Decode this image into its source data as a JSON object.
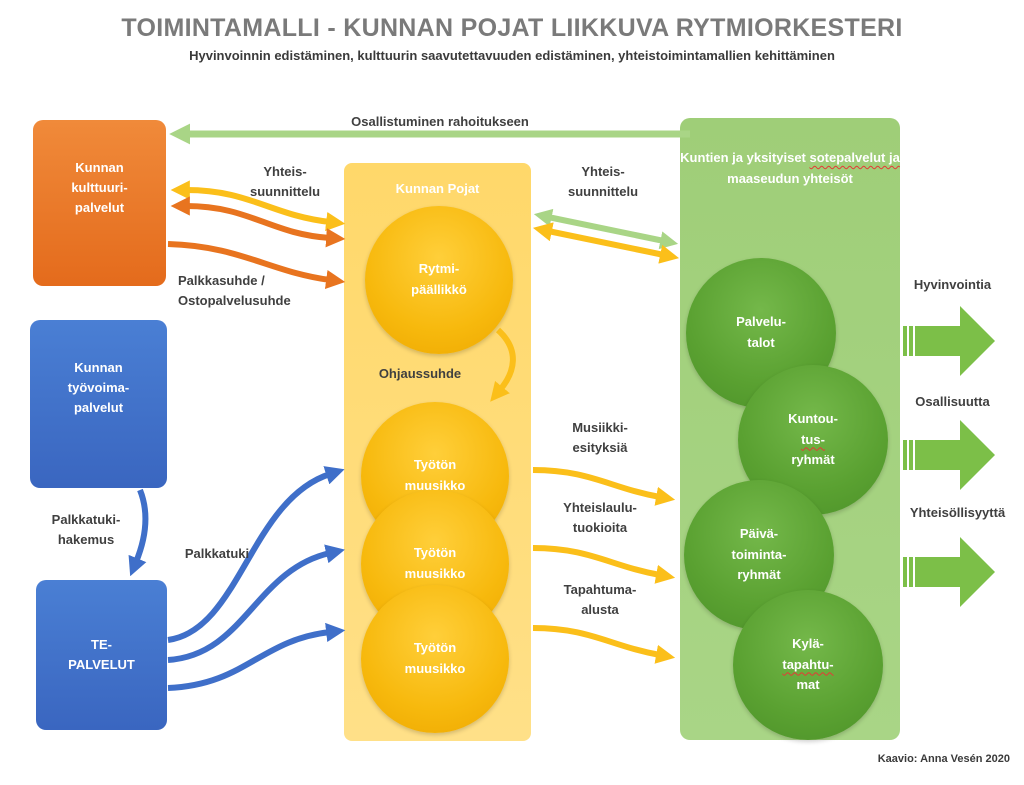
{
  "header": {
    "title": "TOIMINTAMALLI - KUNNAN POJAT LIIKKUVA RYTMIORKESTERI",
    "subtitle": "Hyvinvoinnin edistäminen, kulttuurin saavutettavuuden edistäminen, yhteistoimintamallien kehittäminen"
  },
  "left_boxes": {
    "culture": [
      "Kunnan",
      "kulttuuri-",
      "palvelut"
    ],
    "employment": [
      "Kunnan",
      "työvoima-",
      "palvelut"
    ],
    "te": [
      "TE-",
      "PALVELUT"
    ]
  },
  "center": {
    "title": "Kunnan Pojat",
    "leader": [
      "Rytmi-",
      "päällikkö"
    ],
    "musicians": [
      [
        "Työtön",
        "muusikko"
      ],
      [
        "Työtön",
        "muusikko"
      ],
      [
        "Työtön",
        "muusikko"
      ]
    ]
  },
  "right": {
    "title": [
      "Kuntien ja yksityiset",
      "sotepalvelut ja",
      "maaseudun yhteisöt"
    ],
    "groups": [
      [
        "Palvelu-",
        "talot"
      ],
      [
        "Kuntou-",
        "tus-",
        "ryhmät"
      ],
      [
        "Päivä-",
        "toiminta-",
        "ryhmät"
      ],
      [
        "Kylä-",
        "tapahtu-",
        "mat"
      ]
    ]
  },
  "arrow_labels": {
    "funding": "Osallistuminen rahoitukseen",
    "co_planning_left": [
      "Yhteis-",
      "suunnittelu"
    ],
    "co_planning_right": [
      "Yhteis-",
      "suunnittelu"
    ],
    "employment_relation": [
      "Palkkasuhde /",
      "Ostopalvelusuhde"
    ],
    "guidance": "Ohjaussuhde",
    "wage_application": [
      "Palkkatuki-",
      "hakemus"
    ],
    "wage_subsidy": "Palkkatuki",
    "music_performances": [
      "Musiikki-",
      "esityksiä"
    ],
    "singalong": [
      "Yhteislaulu-",
      "tuokioita"
    ],
    "event_platform": [
      "Tapahtuma-",
      "alusta"
    ]
  },
  "outcomes": [
    "Hyvinvointia",
    "Osallisuutta",
    "Yhteisöllisyyttä"
  ],
  "credit": "Kaavio: Anna Vesén 2020",
  "colors": {
    "orange": "#e8741f",
    "blue": "#3f6fc9",
    "yellow": "#f7b90d",
    "green": "#5aa131",
    "light_green": "#a9d586",
    "outcome_arrow": "#7cbf48"
  }
}
